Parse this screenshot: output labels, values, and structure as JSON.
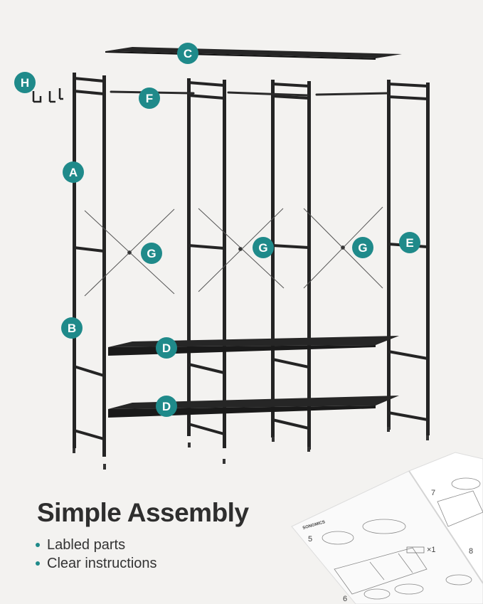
{
  "headline": "Simple Assembly",
  "bullets": [
    "Labled parts",
    "Clear instructions"
  ],
  "part_labels": {
    "A": "A",
    "B": "B",
    "C": "C",
    "D1": "D",
    "D2": "D",
    "E": "E",
    "F": "F",
    "G1": "G",
    "G2": "G",
    "G3": "G",
    "H": "H"
  },
  "manual": {
    "brand": "SONGMICS",
    "page_numbers": [
      "5",
      "6",
      "7",
      "8"
    ],
    "step_note": "×1"
  },
  "colors": {
    "accent": "#1f8a8a",
    "frame": "#222222",
    "background": "#f3f2f0"
  }
}
